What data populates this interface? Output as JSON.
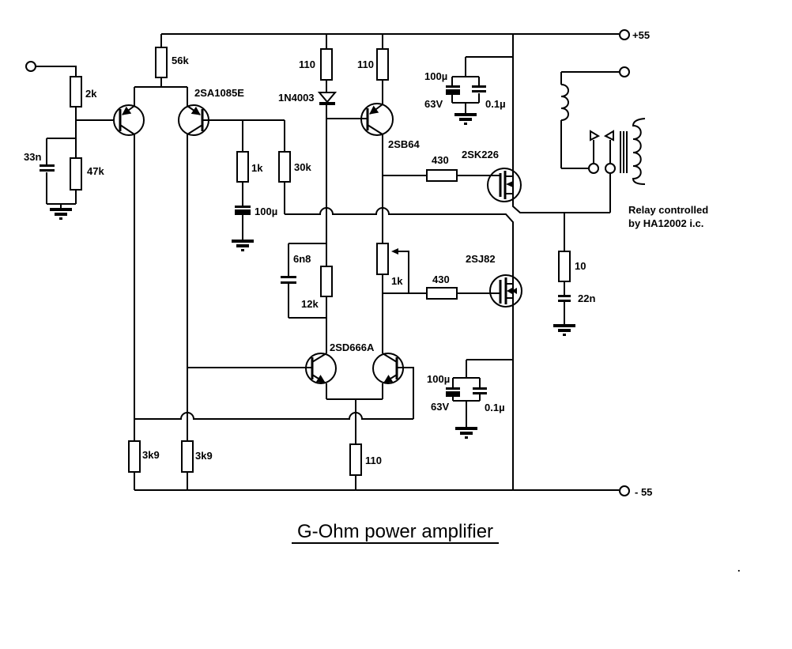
{
  "title": "G-Ohm power amplifier",
  "stray_dot": ".",
  "power": {
    "positive_rail": "+55",
    "negative_rail": "- 55"
  },
  "annotations": {
    "relay_note_line1": "Relay controlled",
    "relay_note_line2": "by HA12002 i.c."
  },
  "components": {
    "input_series_resistor": "2k",
    "input_cap": "33n",
    "input_shunt_resistor": "47k",
    "tail_resistor": "56k",
    "input_pair_transistors": "2SA1085E",
    "feedback_resistor": "1k",
    "feedback_cap": "100µ",
    "feedback_upper_resistor": "30k",
    "rail_resistor_a": "110",
    "rail_resistor_b": "110",
    "diode": "1N4003",
    "bias_transistor": "2SB64",
    "top_bank_electrolytic": "100µ",
    "top_bank_voltage": "63V",
    "top_bank_film_cap": "0.1µ",
    "gate_resistor_top": "430",
    "n_mosfet": "2SK226",
    "p_mosfet": "2SJ82",
    "gate_resistor_bottom": "430",
    "bias_pot": "1k",
    "comp_cap": "6n8",
    "comp_resistor": "12k",
    "zobel_resistor": "10",
    "zobel_cap": "22n",
    "bottom_bank_electrolytic": "100µ",
    "bottom_bank_voltage": "63V",
    "bottom_bank_film_cap": "0.1µ",
    "vas_pair_transistors": "2SD666A",
    "collector_load_a": "3k9",
    "collector_load_b": "3k9",
    "emitter_resistor": "110"
  }
}
